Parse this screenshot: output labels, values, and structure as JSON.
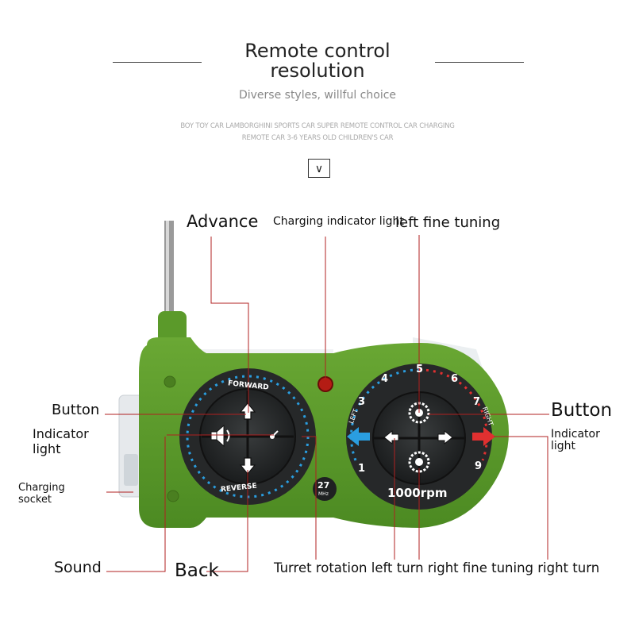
{
  "header": {
    "title_line1": "Remote control",
    "title_line2": "resolution",
    "subtitle": "Diverse styles, willful choice",
    "desc_line1": "BOY TOY CAR LAMBORGHINI SPORTS CAR SUPER REMOTE CONTROL CAR CHARGING",
    "desc_line2": "REMOTE CAR 3-6 YEARS OLD CHILDREN'S CAR",
    "chevron_icon": "chevron-down-icon"
  },
  "device": {
    "left_dial_top": "FORWARD",
    "left_dial_bottom": "REVERSE",
    "frequency_number": "27",
    "frequency_unit": "MHz",
    "right_dial_left": "LEFT",
    "right_dial_right": "RIGHT",
    "right_dial_numbers": [
      "1",
      "3",
      "4",
      "5",
      "6",
      "7",
      "9"
    ],
    "rpm_label": "1000rpm",
    "body_color": "#5b9a2a",
    "dial_color": "#222526",
    "accent_blue": "#2a9ee0",
    "accent_red": "#e03030"
  },
  "labels": {
    "advance": "Advance",
    "charging_indicator_light": "Charging indicator light",
    "left_fine_tuning": "left fine tuning",
    "button_left": "Button",
    "indicator_left_1": "Indicator",
    "indicator_left_2": "light",
    "charging_socket_1": "Charging",
    "charging_socket_2": "socket",
    "button_right": "Button",
    "indicator_right_1": "Indicator",
    "indicator_right_2": "light",
    "sound": "Sound",
    "back": "Back",
    "bottom_row": "Turret rotation left turn right fine tuning right turn"
  }
}
